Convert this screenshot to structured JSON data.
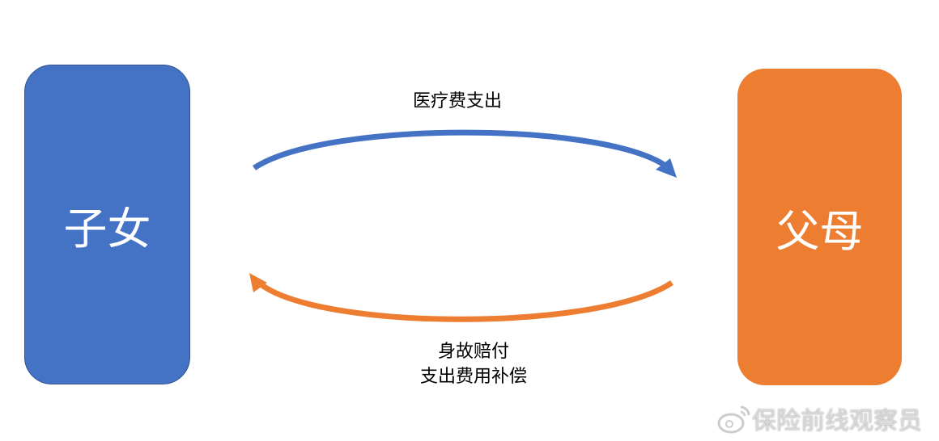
{
  "nodes": {
    "children": {
      "label": "子女",
      "color": "#4472C4"
    },
    "parents": {
      "label": "父母",
      "color": "#ED7D31"
    }
  },
  "edges": [
    {
      "from": "children",
      "to": "parents",
      "label": "医疗费支出",
      "color": "#4472C4"
    },
    {
      "from": "parents",
      "to": "children",
      "label_line1": "身故赔付",
      "label_line2": "支出费用补偿",
      "color": "#ED7D31"
    }
  ],
  "watermark": {
    "text": "保险前线观察员",
    "icon": "weibo-icon"
  }
}
